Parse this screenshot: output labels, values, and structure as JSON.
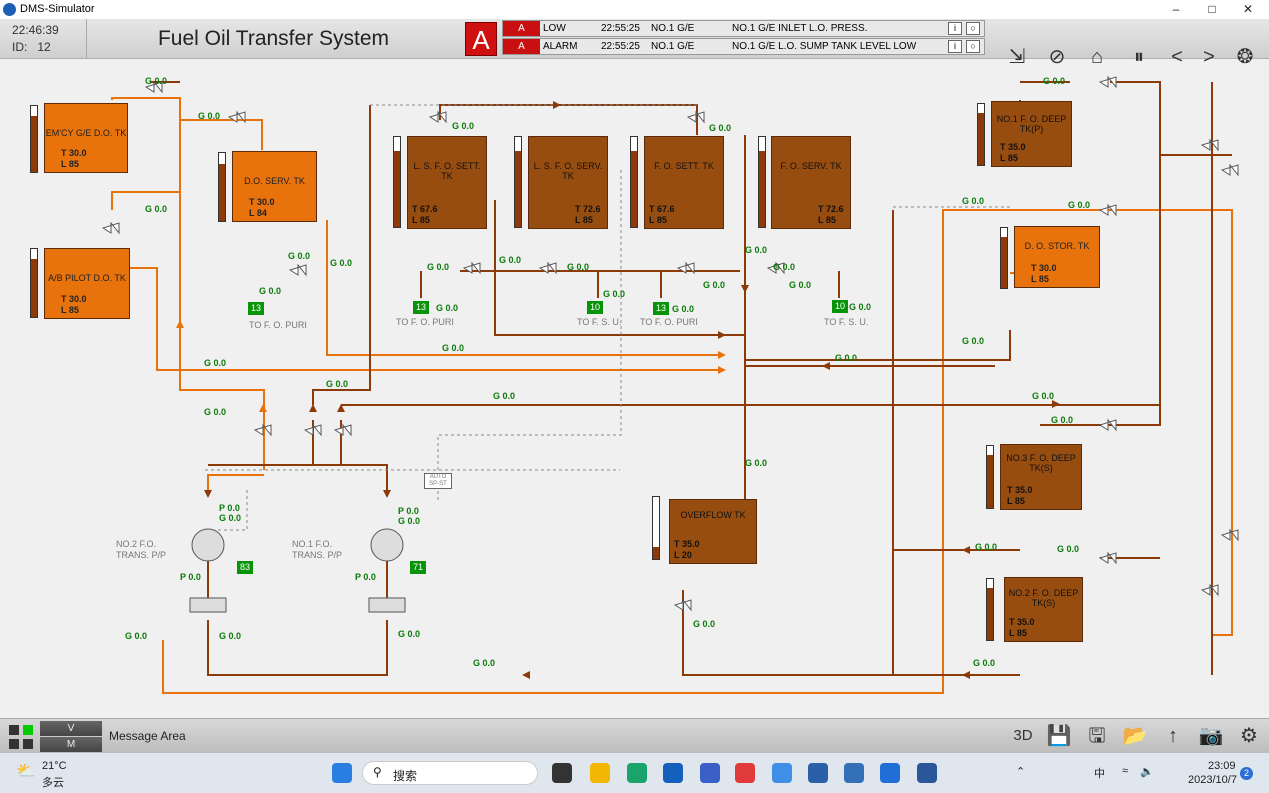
{
  "window": {
    "title": "DMS-Simulator"
  },
  "header": {
    "time": "22:46:39",
    "id_label": "ID:",
    "id_value": "12",
    "page_title": "Fuel Oil Transfer System",
    "alarm_icon_letter": "A"
  },
  "alarms": [
    {
      "tag": "A",
      "type": "LOW",
      "time": "22:55:25",
      "source": "NO.1 G/E",
      "message": "NO.1 G/E INLET L.O. PRESS."
    },
    {
      "tag": "A",
      "type": "ALARM",
      "time": "22:55:25",
      "source": "NO.1 G/E",
      "message": "NO.1 G/E L.O. SUMP TANK LEVEL LOW"
    }
  ],
  "tanks": [
    {
      "id": "emcy",
      "name": "EM'CY G/E D.O. TK",
      "t": "T 30.0",
      "l": "L 85",
      "level": 0.85,
      "kind": "do"
    },
    {
      "id": "abpilot",
      "name": "A/B PILOT D.O. TK",
      "t": "T 30.0",
      "l": "L 85",
      "level": 0.85,
      "kind": "do"
    },
    {
      "id": "doserv",
      "name": "D.O.  SERV. TK",
      "t": "T 30.0",
      "l": "L 84",
      "level": 0.84,
      "kind": "do"
    },
    {
      "id": "lsfosett",
      "name": "L. S. F. O. SETT. TK",
      "t": "T 67.6",
      "l": "L 85",
      "level": 0.85,
      "kind": "fo"
    },
    {
      "id": "lsfoserv",
      "name": "L. S. F. O. SERV. TK",
      "t": "T 72.6",
      "l": "L 85",
      "level": 0.85,
      "kind": "fo"
    },
    {
      "id": "fosett",
      "name": "F. O. SETT. TK",
      "t": "T 67.6",
      "l": "L 85",
      "level": 0.85,
      "kind": "fo"
    },
    {
      "id": "foserv",
      "name": "F. O. SERV. TK",
      "t": "T 72.6",
      "l": "L 85",
      "level": 0.85,
      "kind": "fo"
    },
    {
      "id": "deep1p",
      "name": "NO.1 F. O. DEEP TK(P)",
      "t": "T 35.0",
      "l": "L 85",
      "level": 0.85,
      "kind": "fo"
    },
    {
      "id": "dostor",
      "name": "D. O.  STOR. TK",
      "t": "T 30.0",
      "l": "L 85",
      "level": 0.85,
      "kind": "do"
    },
    {
      "id": "deep3s",
      "name": "NO.3 F. O. DEEP TK(S)",
      "t": "T 35.0",
      "l": "L 85",
      "level": 0.85,
      "kind": "fo"
    },
    {
      "id": "deep2s",
      "name": "NO.2 F. O. DEEP TK(S)",
      "t": "T 35.0",
      "l": "L 85",
      "level": 0.85,
      "kind": "fo"
    },
    {
      "id": "overflow",
      "name": "OVERFLOW TK",
      "t": "T 35.0",
      "l": "L 20",
      "level": 0.2,
      "kind": "fo"
    }
  ],
  "flow_label": "G 0.0",
  "pressure_label": "P 0.0",
  "destinations": {
    "to_fo_puri": "TO F. O. PURI",
    "to_fsu": "TO F. S. U."
  },
  "counters": [
    "13",
    "13",
    "10",
    "13",
    "10",
    "83",
    "71"
  ],
  "pumps": {
    "no2": "NO.2 F.O. TRANS. P/P",
    "no1": "NO.1 F.O. TRANS. P/P",
    "auto_label": "AUTO SP-ST"
  },
  "message_area": "Message Area",
  "mode": {
    "v": "V",
    "m": "M"
  },
  "toolbar": {
    "three_d": "3D"
  },
  "taskbar": {
    "weather_temp": "21°C",
    "weather_desc": "多云",
    "search_placeholder": "搜索",
    "ime": "中",
    "time": "23:09",
    "date": "2023/10/7",
    "notif_count": "2"
  },
  "colors": {
    "do_tank": "#e8720c",
    "fo_tank": "#974d10",
    "pipe_do": "#e8720c",
    "pipe_fo": "#8b3a08",
    "alarm_red": "#c81010",
    "flow_green": "#0a7a0a"
  }
}
